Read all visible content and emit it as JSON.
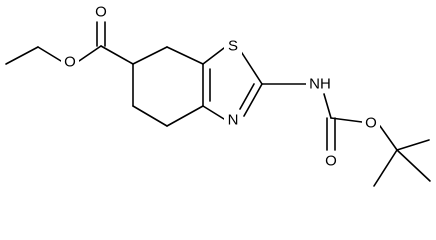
{
  "molecule": {
    "atoms": {
      "ester_single_o": "O",
      "ester_carbonyl_o": "O",
      "ring_s": "S",
      "ring_n": "N",
      "amide_nh": "NH",
      "carbamate_carbonyl_o": "O",
      "carbamate_ether_o": "O"
    }
  }
}
